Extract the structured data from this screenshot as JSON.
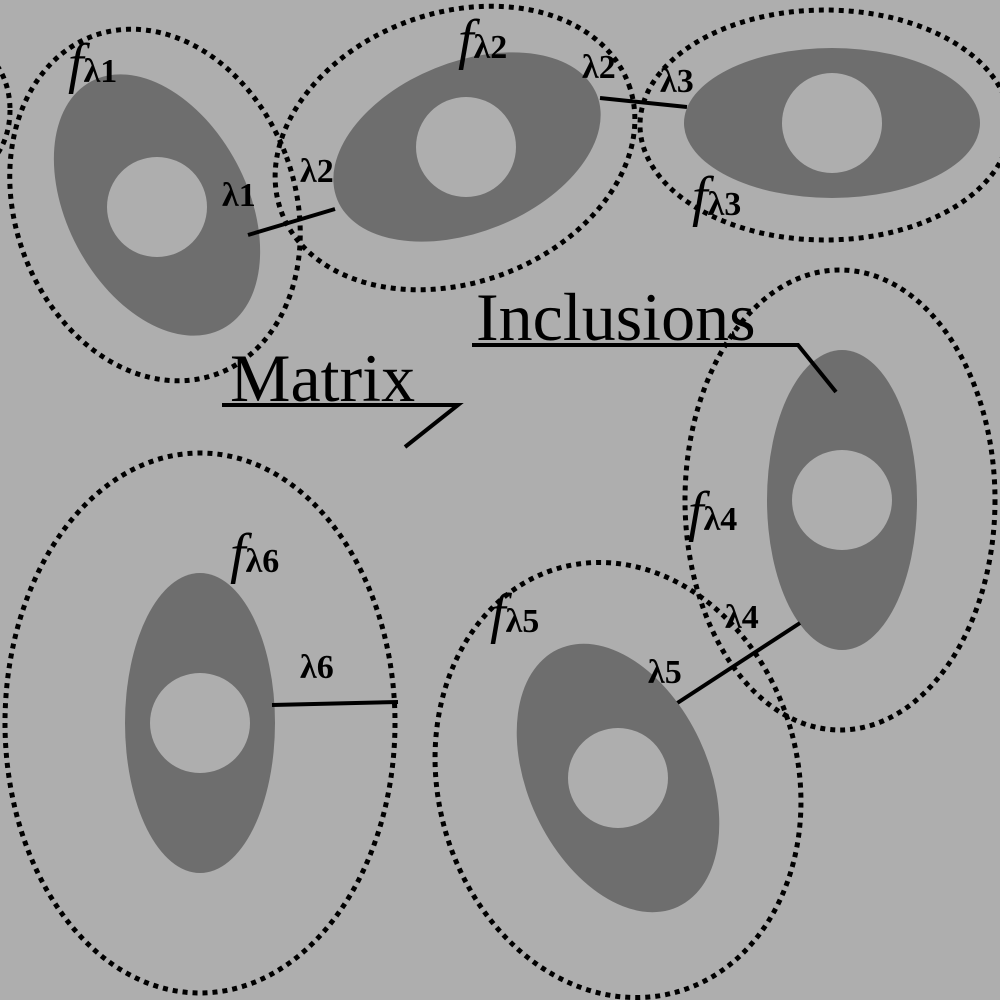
{
  "labels": {
    "matrix": "Matrix",
    "inclusions": "Inclusions"
  },
  "particles": [
    {
      "id": 1,
      "f_symbol": "f",
      "f_sub": "λ1",
      "lambda": "λ1"
    },
    {
      "id": 2,
      "f_symbol": "f",
      "f_sub": "λ2",
      "lambda": "λ2"
    },
    {
      "id": 3,
      "f_symbol": "f",
      "f_sub": "λ3",
      "lambda": "λ3"
    },
    {
      "id": 4,
      "f_symbol": "f",
      "f_sub": "λ4",
      "lambda": "λ4"
    },
    {
      "id": 5,
      "f_symbol": "f",
      "f_sub": "λ5",
      "lambda": "λ5"
    },
    {
      "id": 6,
      "f_symbol": "f",
      "f_sub": "λ6",
      "lambda": "λ6"
    }
  ],
  "colors": {
    "matrix": "#aeaeae",
    "inclusion": "#6e6e6e",
    "outline": "#000000"
  }
}
